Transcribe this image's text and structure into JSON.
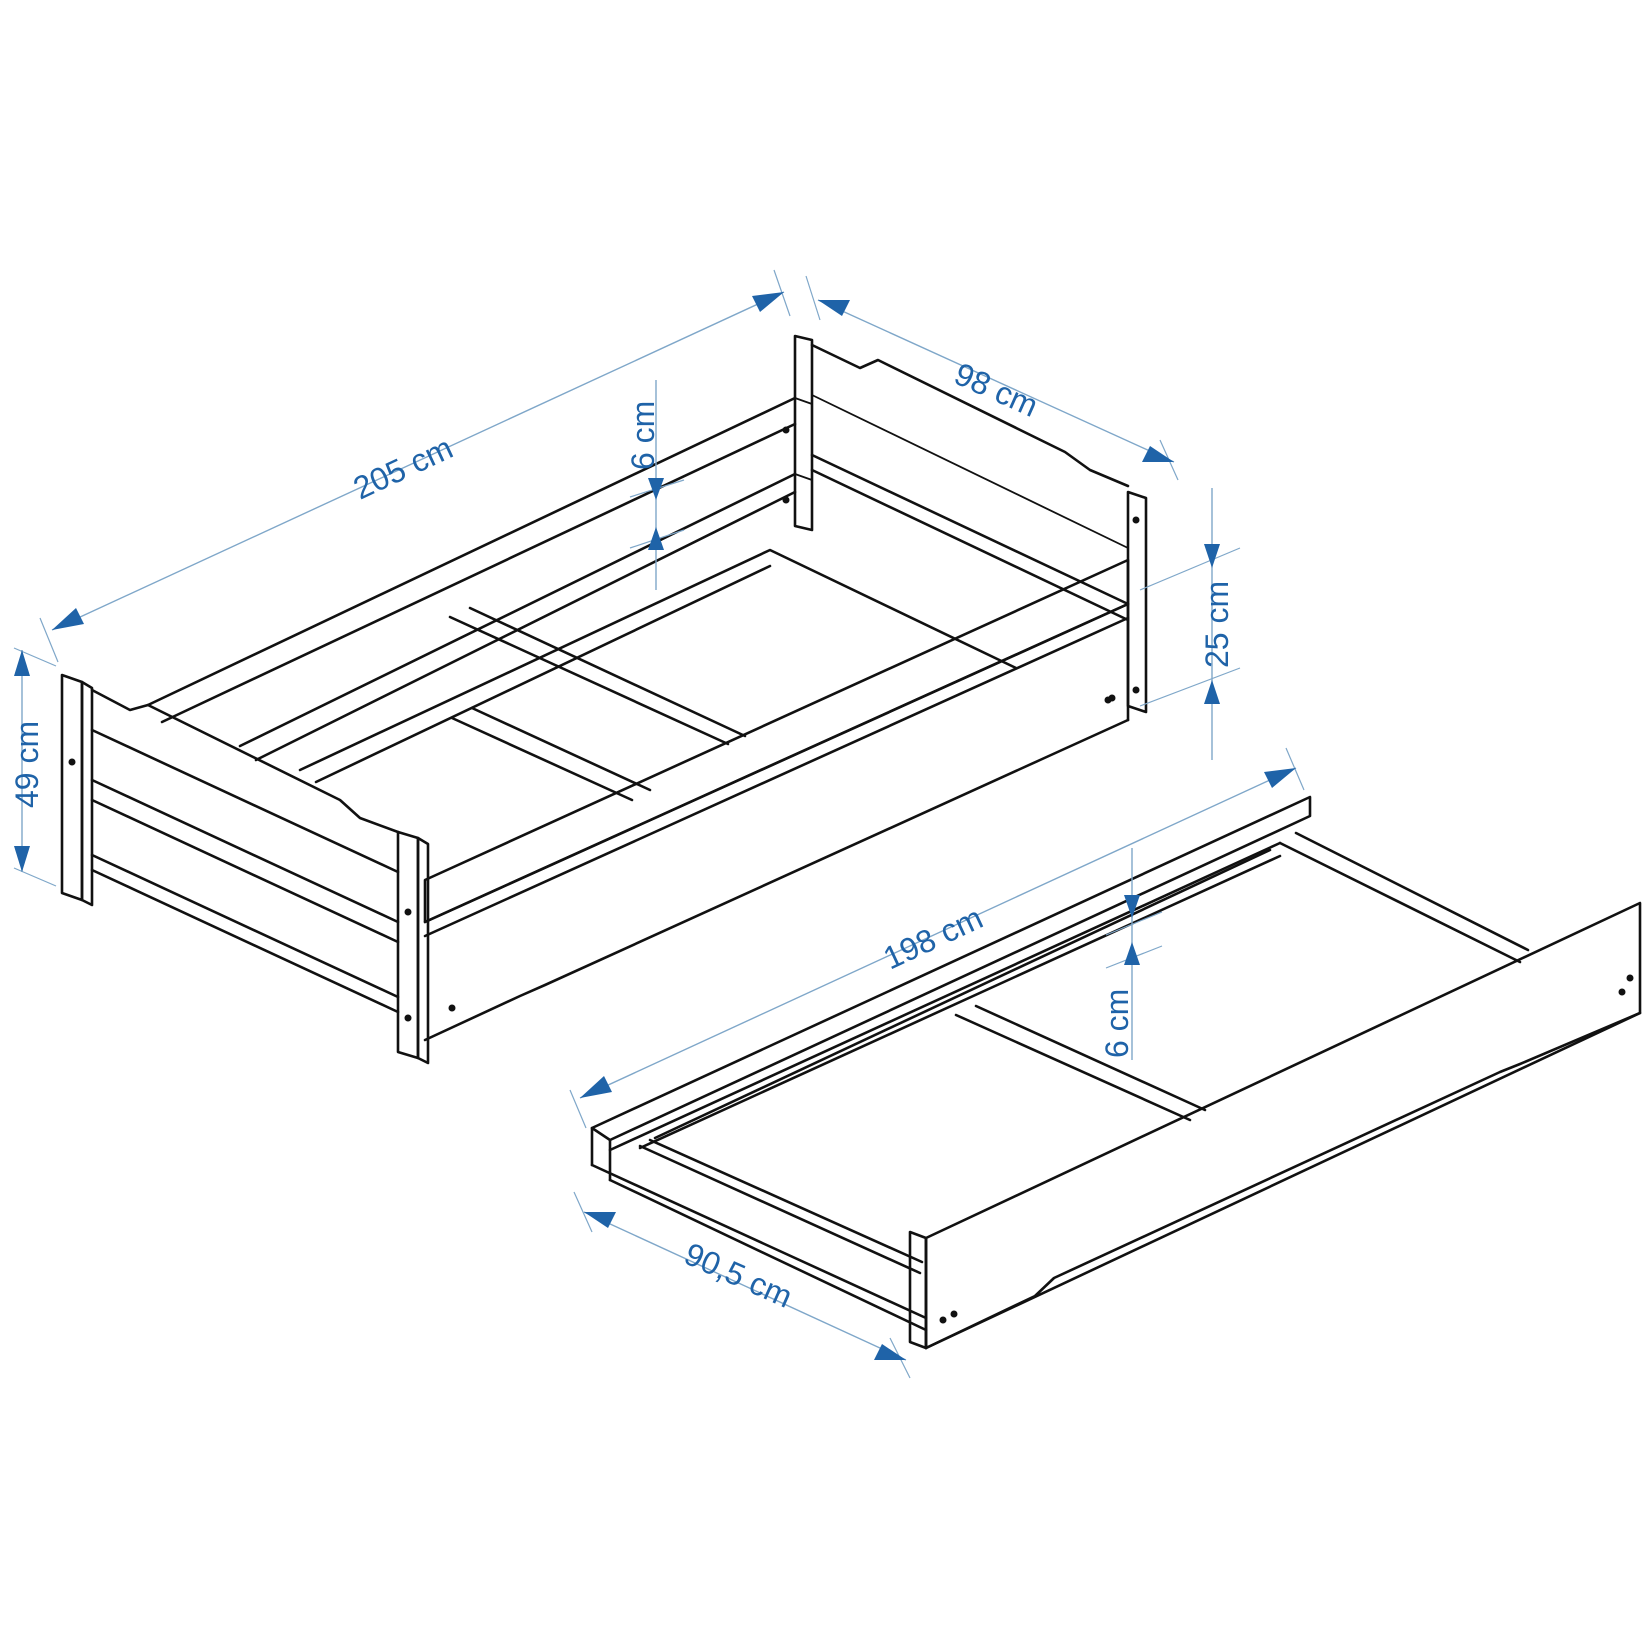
{
  "dimensions": {
    "bed_length": "205 cm",
    "bed_width": "98 cm",
    "bed_height": "49 cm",
    "rail_gap_top": "6 cm",
    "side_rail_height": "25 cm",
    "drawer_length": "198 cm",
    "drawer_width": "90,5 cm",
    "drawer_gap": "6 cm"
  },
  "colors": {
    "line": "#111111",
    "dimension_line": "#7fa7c9",
    "arrow": "#1f63a8",
    "label": "#1f63a8"
  }
}
